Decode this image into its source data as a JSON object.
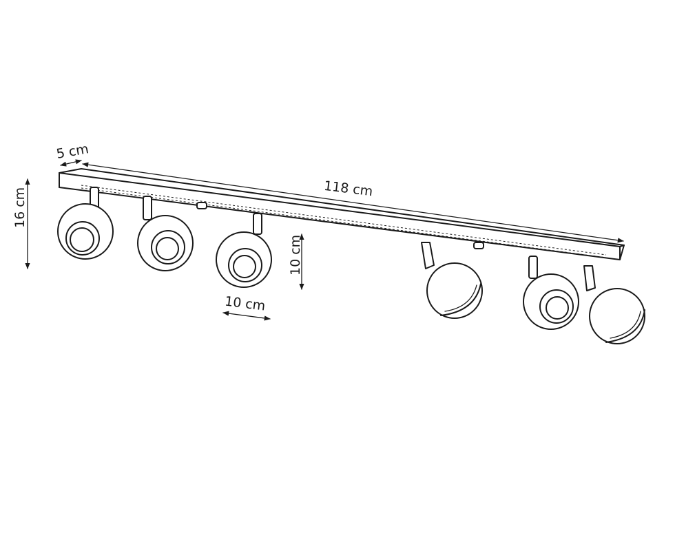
{
  "dimensions": {
    "depth": "5 cm",
    "length": "118 cm",
    "height": "16 cm",
    "shade_height": "10 cm",
    "shade_width": "10 cm"
  },
  "spotlight_count": 6
}
